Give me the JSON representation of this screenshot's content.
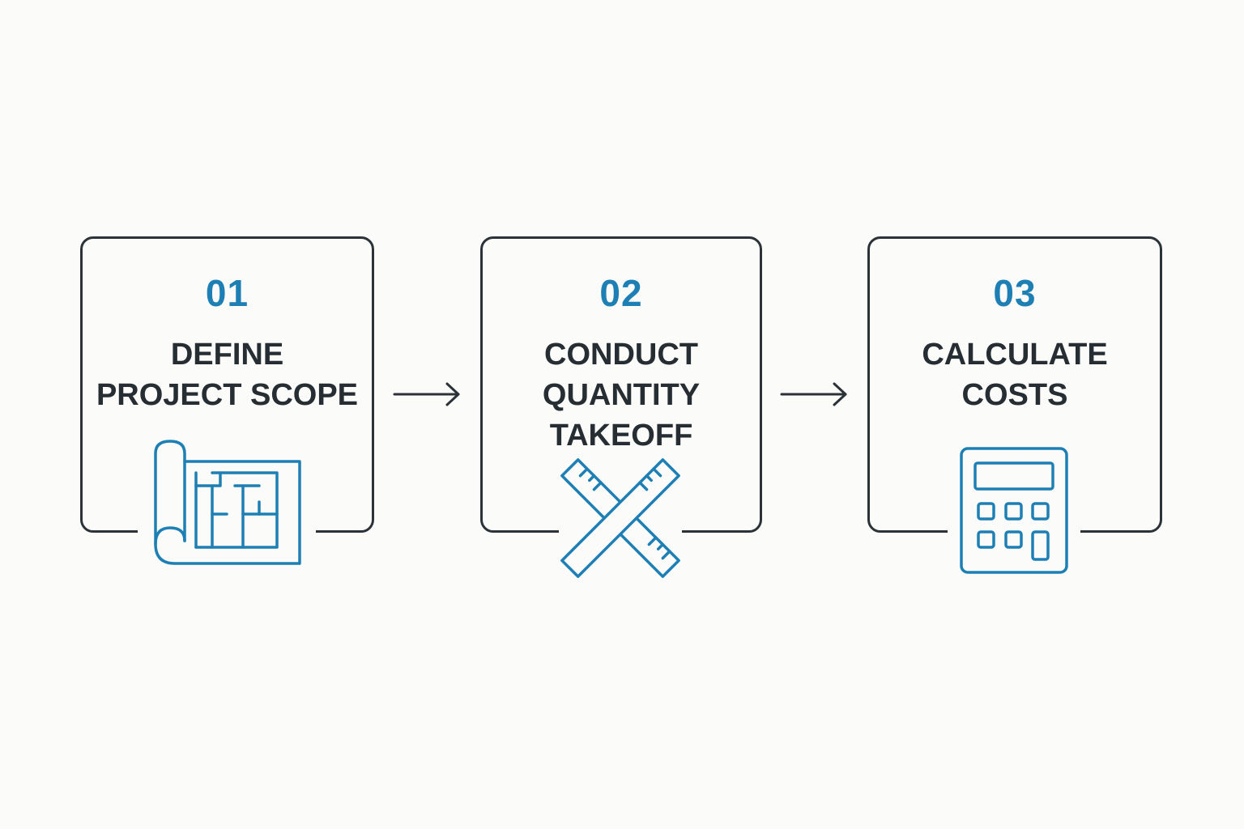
{
  "steps": [
    {
      "number": "01",
      "title_lines": [
        "DEFINE",
        "PROJECT SCOPE"
      ],
      "icon": "blueprint-icon"
    },
    {
      "number": "02",
      "title_lines": [
        "CONDUCT",
        "QUANTITY",
        "TAKEOFF"
      ],
      "icon": "crossed-rulers-icon"
    },
    {
      "number": "03",
      "title_lines": [
        "CALCULATE",
        "COSTS"
      ],
      "icon": "calculator-icon"
    }
  ],
  "colors": {
    "accent": "#1e7fb5",
    "text": "#262d33",
    "border": "#2b3238",
    "background": "#fbfbf9"
  }
}
